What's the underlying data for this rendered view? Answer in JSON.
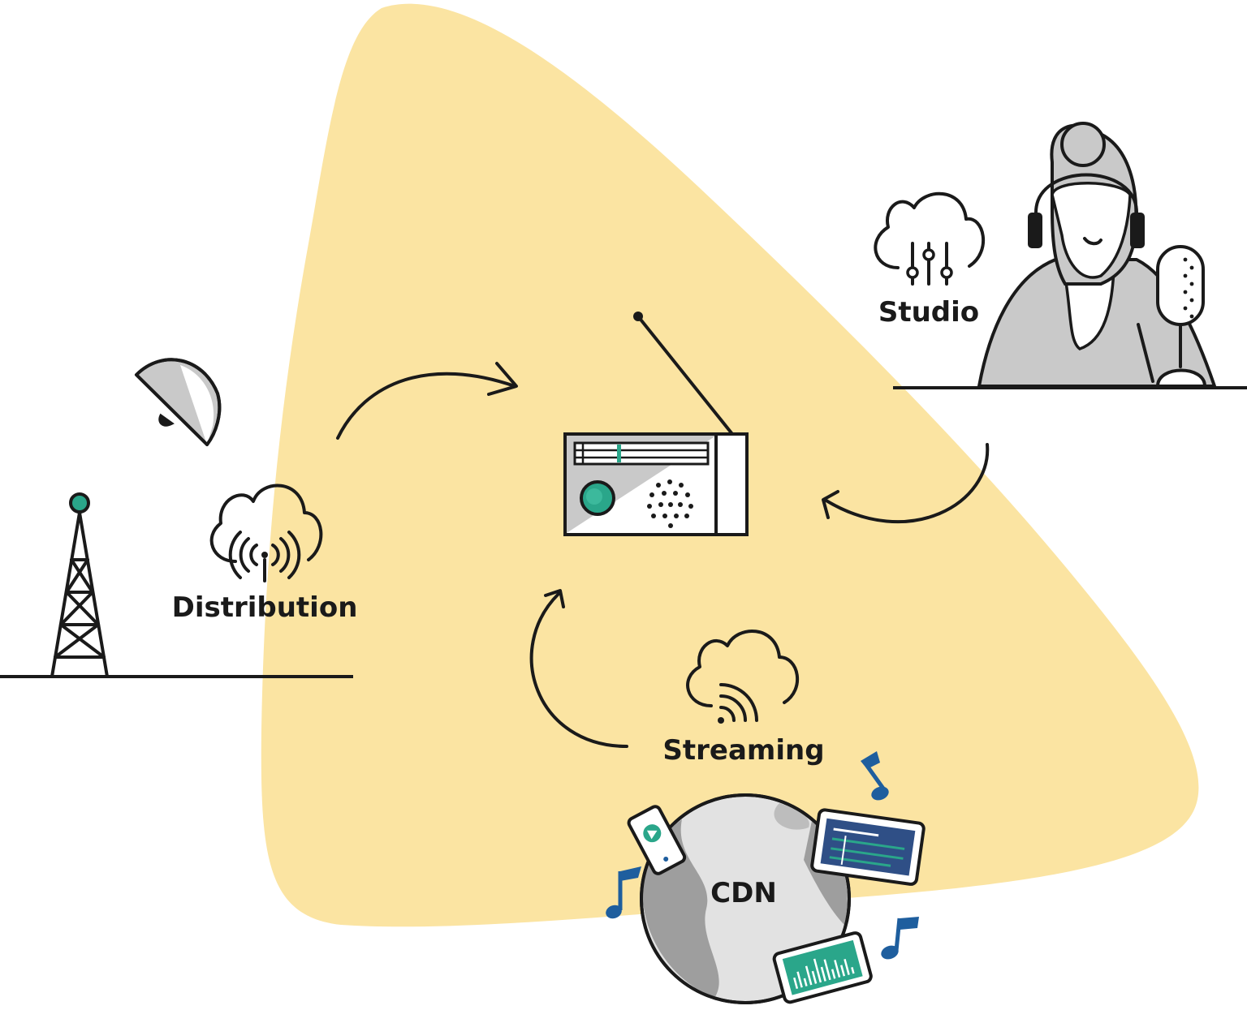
{
  "labels": {
    "studio": "Studio",
    "distribution": "Distribution",
    "streaming": "Streaming",
    "cdn": "CDN"
  },
  "colors": {
    "background_blob": "#fbe4a2",
    "ink": "#1a1a1a",
    "accent_teal": "#2aa68a",
    "grey_fill": "#c9c9c9",
    "note_blue": "#1e5e9e",
    "tablet_blue": "#2f4f86"
  },
  "icons": [
    "radio-icon",
    "transmission-tower-icon",
    "satellite-dish-icon",
    "cloud-broadcast-icon",
    "cloud-mixer-icon",
    "cloud-stream-icon",
    "globe-icon",
    "smartphone-icon",
    "tablet-icon",
    "music-note-icon",
    "presenter-with-microphone-icon",
    "arrow-icon"
  ]
}
